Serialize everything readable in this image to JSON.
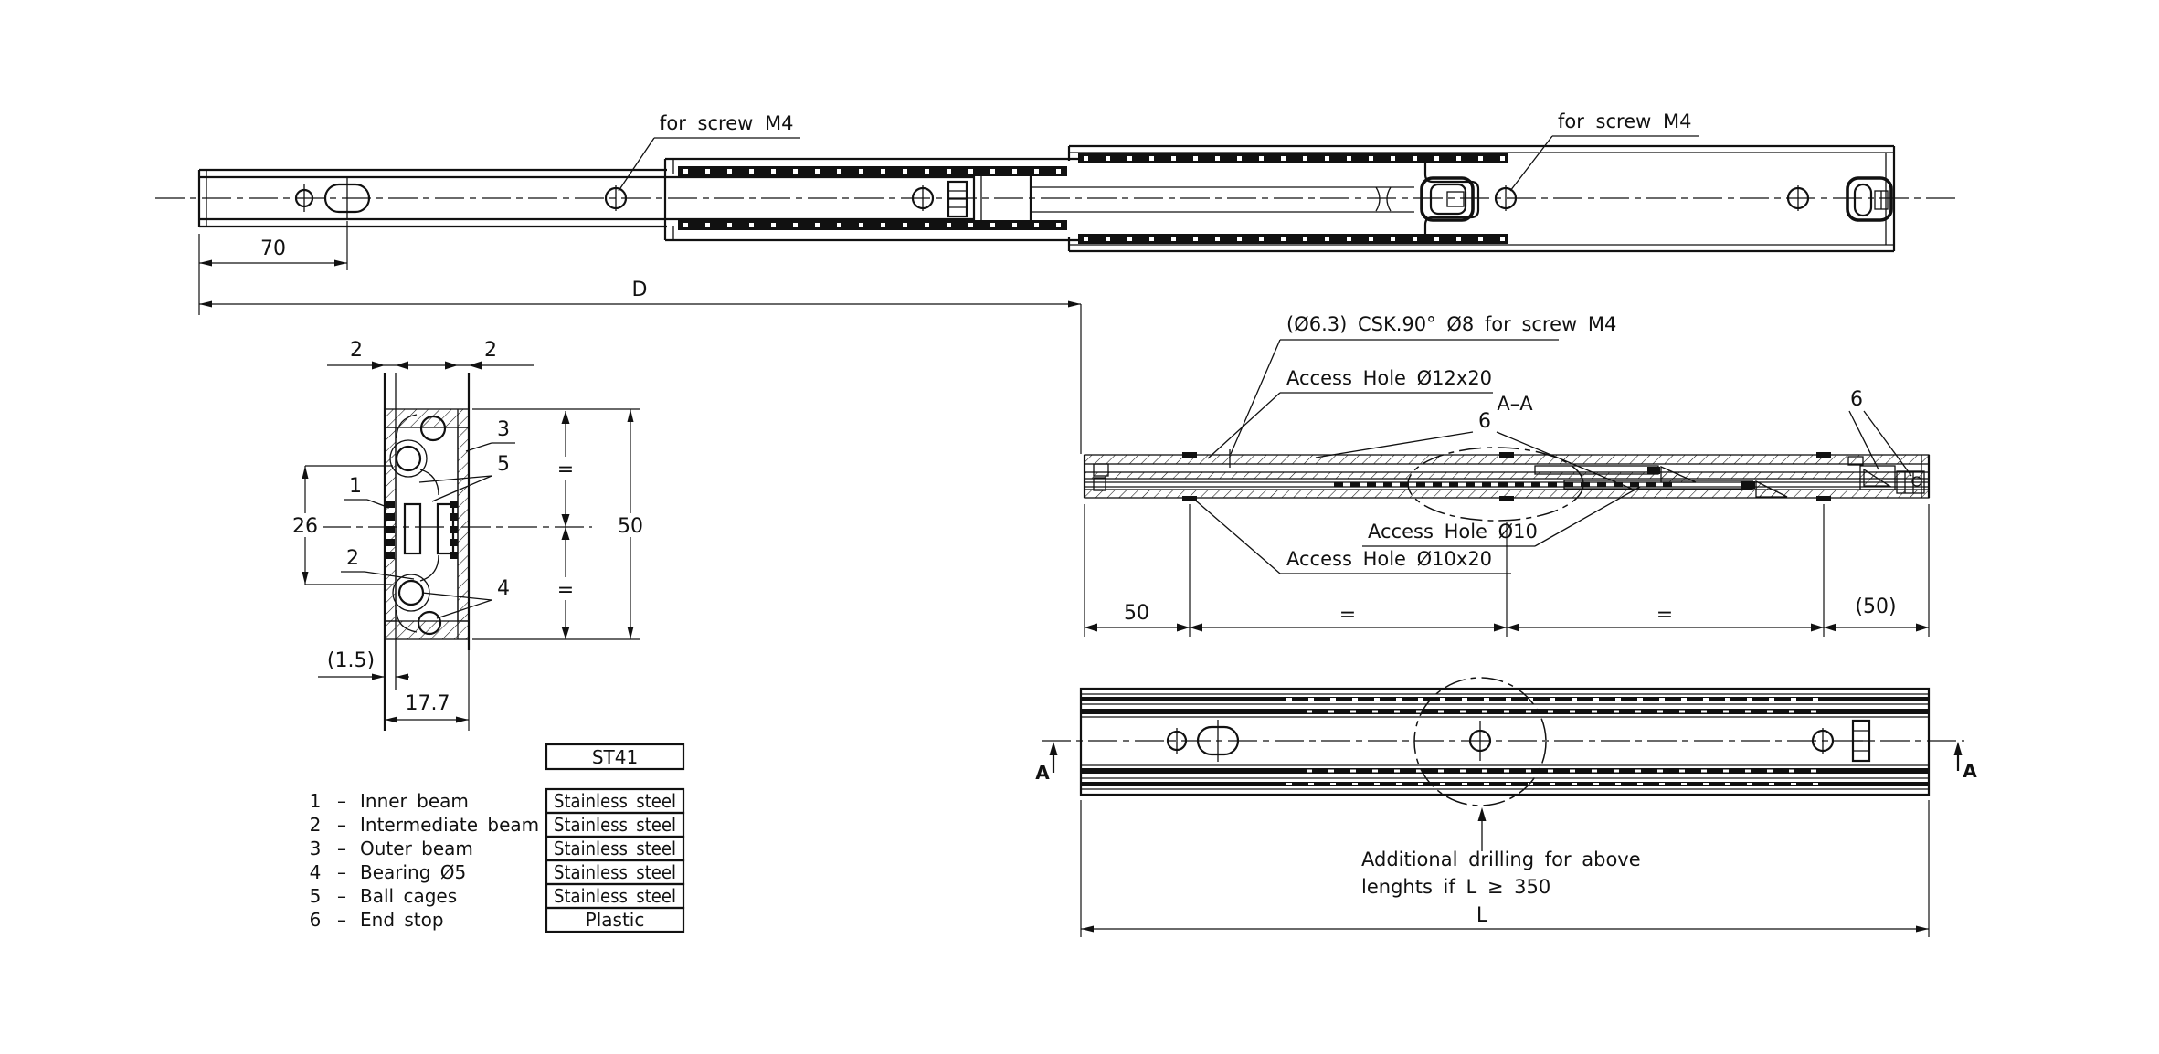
{
  "colors": {
    "line": "#111111",
    "background": "#ffffff"
  },
  "top_view": {
    "screw_label_left": "for screw M4",
    "screw_label_right": "for screw M4",
    "dim_70": "70",
    "dim_d": "D"
  },
  "cross_section": {
    "dim_2_left": "2",
    "dim_2_right": "2",
    "dim_26": "26",
    "dim_50": "50",
    "equals_upper": "=",
    "equals_lower": "=",
    "dim_1_5": "(1.5)",
    "dim_17_7": "17.7",
    "callout_1": "1",
    "callout_2": "2",
    "callout_3": "3",
    "callout_4": "4",
    "callout_5": "5"
  },
  "parts_list": {
    "material_header": "ST41",
    "rows": [
      {
        "num": "1",
        "sep": "–",
        "name": "Inner beam",
        "material": "Stainless steel"
      },
      {
        "num": "2",
        "sep": "–",
        "name": "Intermediate beam",
        "material": "Stainless steel"
      },
      {
        "num": "3",
        "sep": "–",
        "name": "Outer beam",
        "material": "Stainless steel"
      },
      {
        "num": "4",
        "sep": "–",
        "name": "Bearing Ø5",
        "material": "Stainless steel"
      },
      {
        "num": "5",
        "sep": "–",
        "name": "Ball cages",
        "material": "Stainless steel"
      },
      {
        "num": "6",
        "sep": "–",
        "name": "End stop",
        "material": "Plastic"
      }
    ]
  },
  "section_view": {
    "title": "A–A",
    "note_csk": "(Ø6.3) CSK.90° Ø8 for screw M4",
    "access_hole_12x20": "Access Hole Ø12x20",
    "access_hole_10": "Access Hole Ø10",
    "access_hole_10x20": "Access Hole Ø10x20",
    "callout_6_mid": "6",
    "callout_6_right": "6",
    "dim_50": "50",
    "dim_eq_1": "=",
    "dim_eq_2": "=",
    "dim_50_paren": "(50)"
  },
  "bottom_view": {
    "marker_a_left": "A",
    "marker_a_right": "A",
    "note_line1": "Additional drilling for above",
    "note_line2": "lenghts if L ≥ 350",
    "dim_l": "L"
  }
}
